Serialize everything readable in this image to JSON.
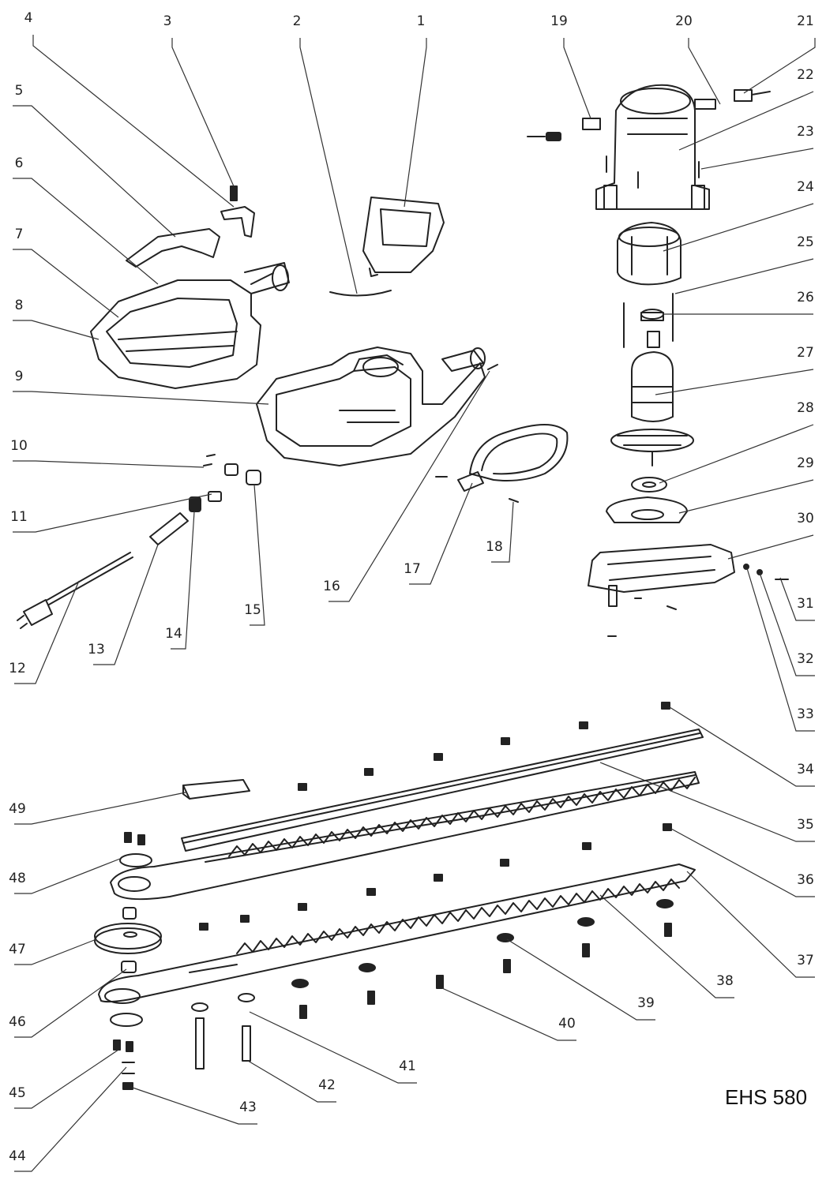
{
  "model_label": "EHS 580",
  "callout_numbers": [
    "1",
    "2",
    "3",
    "4",
    "5",
    "6",
    "7",
    "8",
    "9",
    "10",
    "11",
    "12",
    "13",
    "14",
    "15",
    "16",
    "17",
    "18",
    "19",
    "20",
    "21",
    "22",
    "23",
    "24",
    "25",
    "26",
    "27",
    "28",
    "29",
    "30",
    "31",
    "32",
    "33",
    "34",
    "35",
    "36",
    "37",
    "38",
    "39",
    "40",
    "41",
    "42",
    "43",
    "44",
    "45",
    "46",
    "47",
    "48",
    "49"
  ]
}
